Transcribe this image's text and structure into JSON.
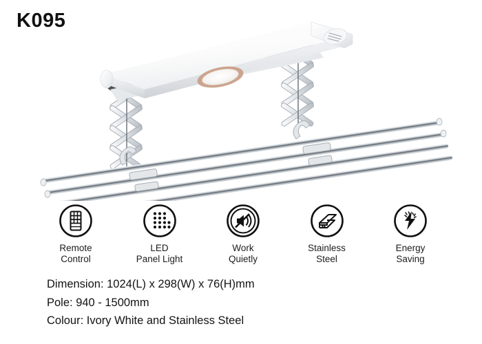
{
  "product": {
    "model": "K095"
  },
  "hero": {
    "alt_name": "ceiling-mounted electric clothes drying rack",
    "body_color": "#fdfdfd",
    "metal_color": "#c9ced3",
    "light_ring_color": "#c9a089",
    "pole_count": 4
  },
  "features": [
    {
      "icon": "remote-control-icon",
      "label": "Remote\nControl"
    },
    {
      "icon": "led-panel-light-icon",
      "label": "LED\nPanel Light"
    },
    {
      "icon": "mute-speaker-icon",
      "label": "Work\nQuietly"
    },
    {
      "icon": "stainless-steel-beam-icon",
      "label": "Stainless\nSteel"
    },
    {
      "icon": "energy-saving-bolt-icon",
      "label": "Energy\nSaving"
    }
  ],
  "specs": [
    "Dimension: 1024(L) x 298(W) x 76(H)mm",
    "Pole: 940 - 1500mm",
    "Colour: Ivory White and Stainless Steel"
  ]
}
